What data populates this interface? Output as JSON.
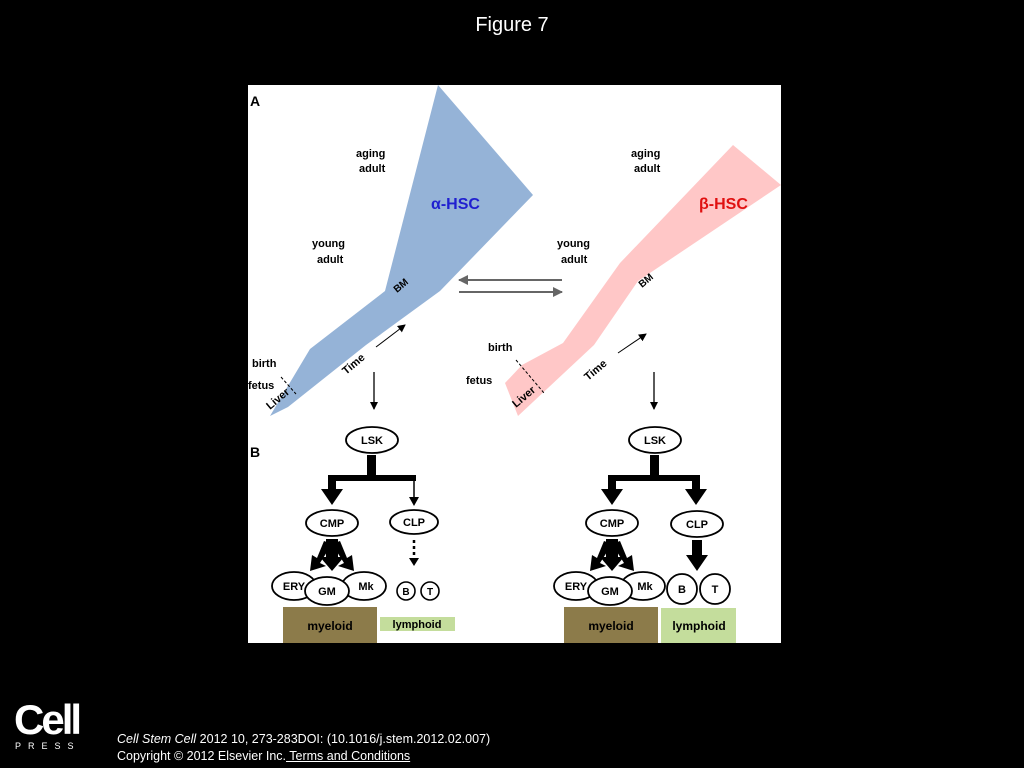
{
  "figure_title": "Figure 7",
  "panel_labels": {
    "a": "A",
    "b": "B"
  },
  "panel_a": {
    "alpha": {
      "title": "α-HSC",
      "color": "#95b3d7",
      "title_color": "#2020d0",
      "aging_line1": "aging",
      "aging_line2": "adult",
      "young_line1": "young",
      "young_line2": "adult",
      "birth": "birth",
      "fetus": "fetus",
      "liver": "Liver",
      "bm": "BM",
      "time": "Time"
    },
    "beta": {
      "title": "β-HSC",
      "color": "#ffc7c7",
      "title_color": "#e01010",
      "aging_line1": "aging",
      "aging_line2": "adult",
      "young_line1": "young",
      "young_line2": "adult",
      "birth": "birth",
      "fetus": "fetus",
      "liver": "Liver",
      "bm": "BM",
      "time": "Time"
    }
  },
  "panel_b": {
    "left": {
      "lsk": "LSK",
      "cmp": "CMP",
      "clp": "CLP",
      "ery": "ERY",
      "gm": "GM",
      "mk": "Mk",
      "b": "B",
      "t": "T",
      "myeloid": "myeloid",
      "lymphoid": "lymphoid"
    },
    "right": {
      "lsk": "LSK",
      "cmp": "CMP",
      "clp": "CLP",
      "ery": "ERY",
      "gm": "GM",
      "mk": "Mk",
      "b": "B",
      "t": "T",
      "myeloid": "myeloid",
      "lymphoid": "lymphoid"
    },
    "myeloid_color": "#8c7b4a",
    "lymphoid_color": "#c4dd9c"
  },
  "logo": {
    "word": "Cell",
    "sub": "PRESS"
  },
  "citation": {
    "journal": "Cell Stem Cell",
    "details": " 2012 10, 273-283DOI: (10.1016/j.stem.2012.02.007)",
    "copyright": "Copyright © 2012 Elsevier Inc.",
    "terms_link": " Terms and Conditions"
  }
}
